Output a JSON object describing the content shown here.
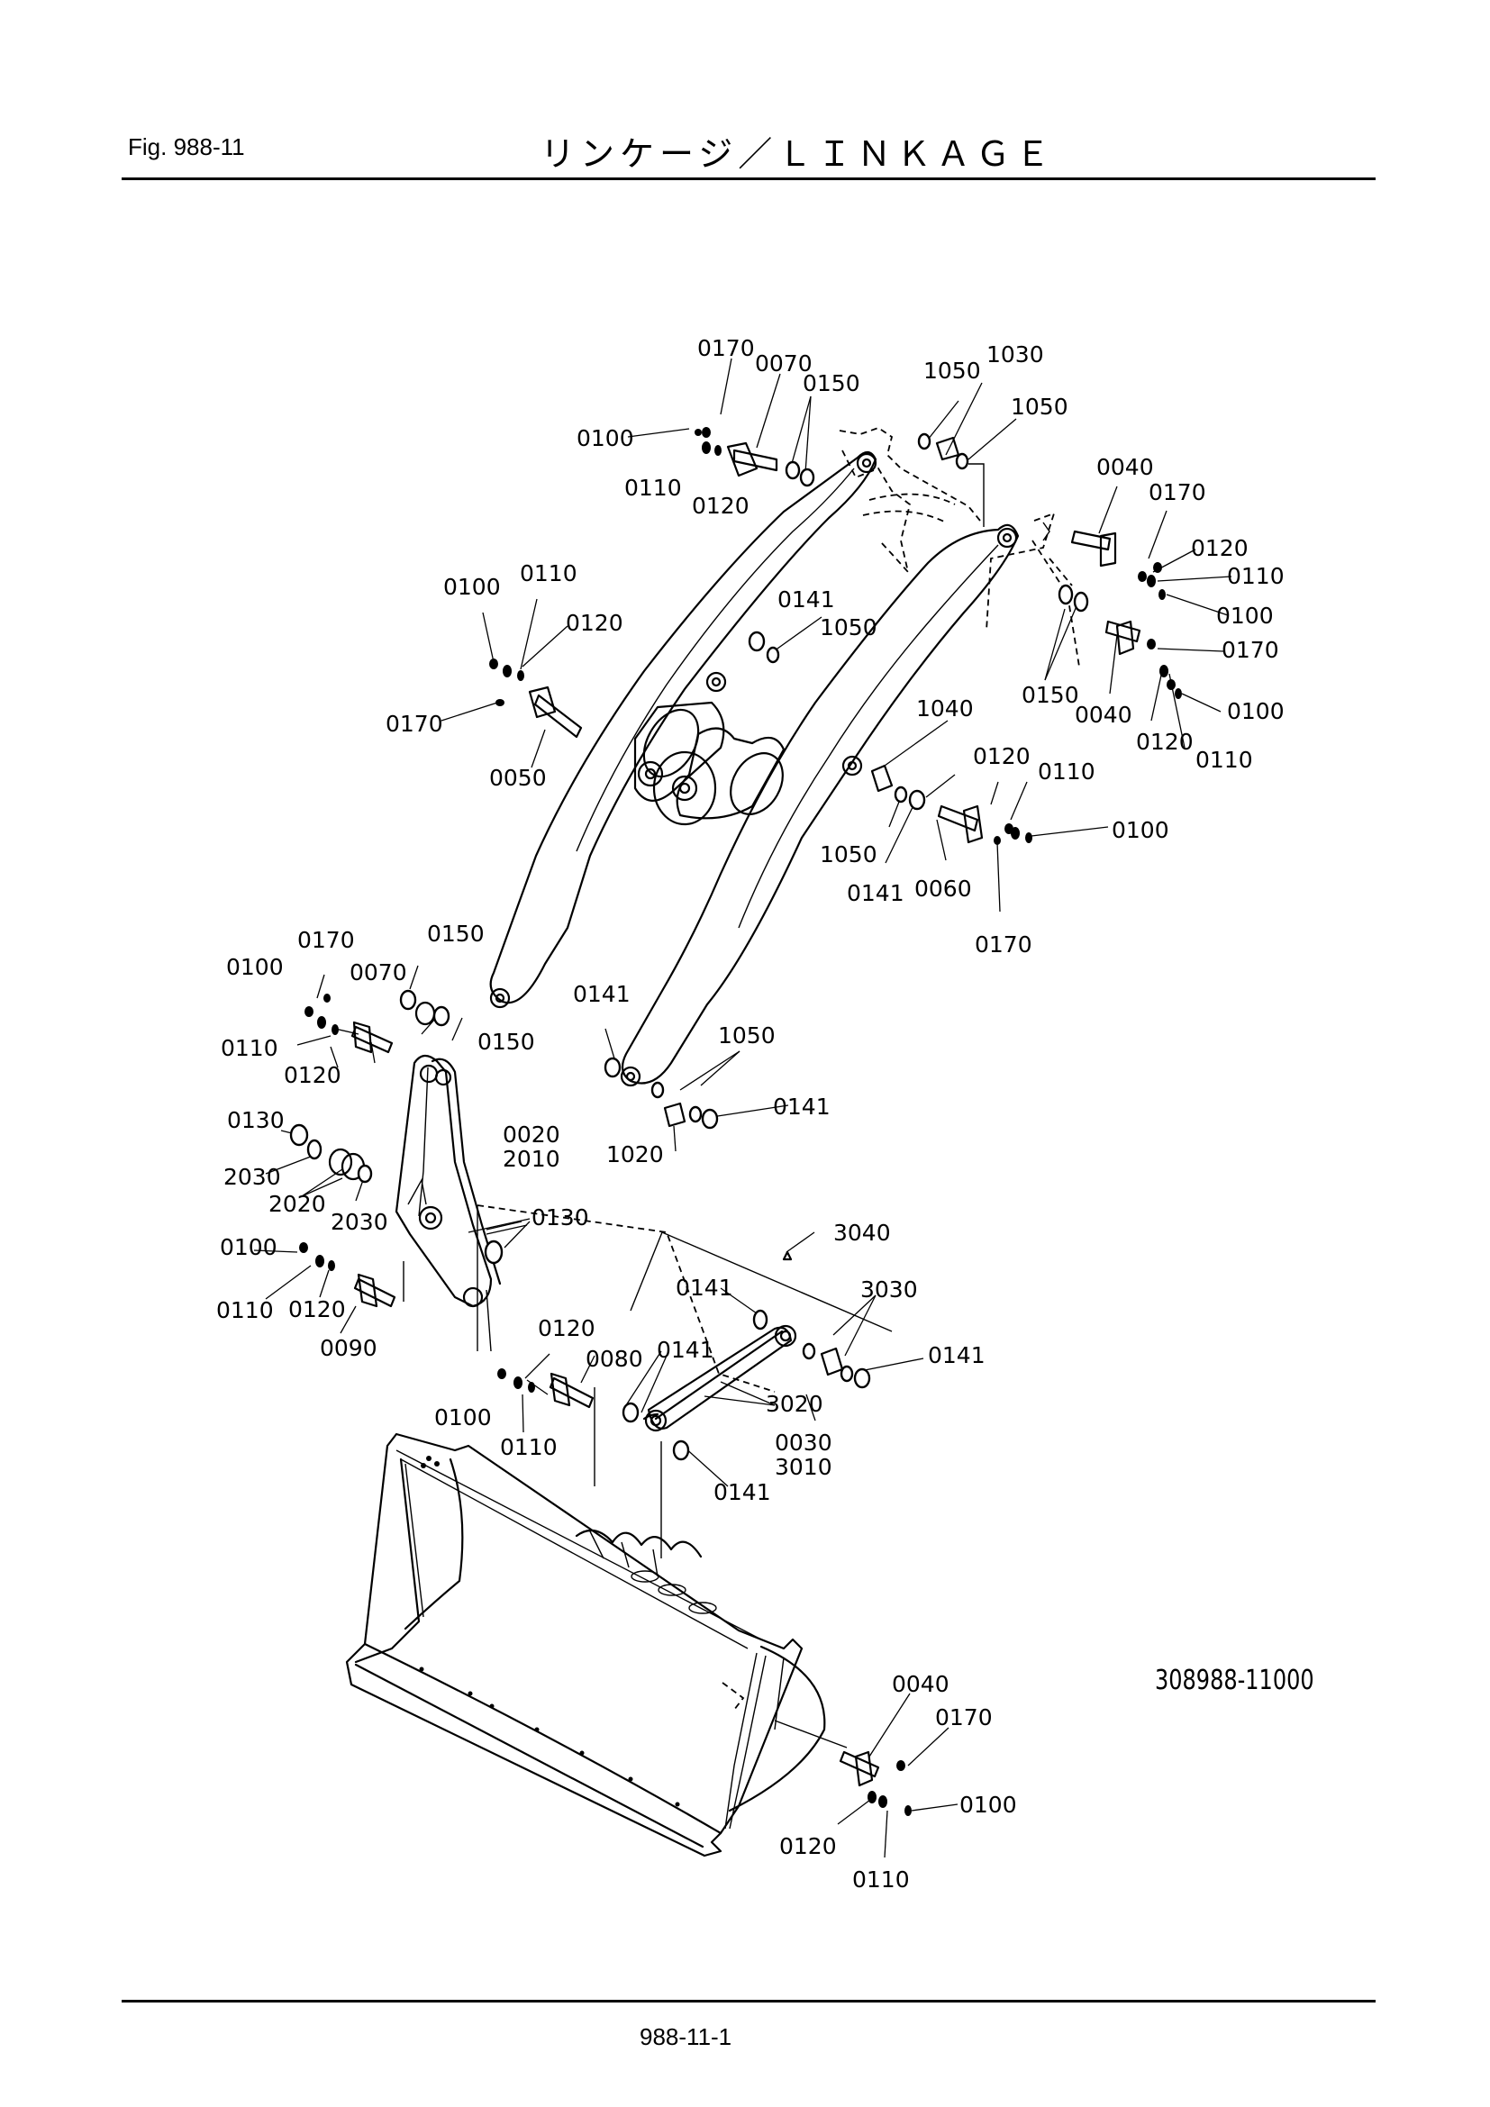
{
  "header": {
    "figure_label": "Fig.  988-11",
    "title": "リンケージ／ＬＩＮＫＡＧＥ"
  },
  "footer": {
    "drawing_number": "308988-11000",
    "page_number": "988-11-1"
  },
  "callouts": [
    {
      "id": "c1",
      "text": "0170"
    },
    {
      "id": "c2",
      "text": "0070"
    },
    {
      "id": "c3",
      "text": "0150"
    },
    {
      "id": "c4",
      "text": "0100"
    },
    {
      "id": "c5",
      "text": "0110"
    },
    {
      "id": "c6",
      "text": "0120"
    },
    {
      "id": "c7",
      "text": "1050"
    },
    {
      "id": "c8",
      "text": "1030"
    },
    {
      "id": "c9",
      "text": "1050"
    },
    {
      "id": "c10",
      "text": "0040"
    },
    {
      "id": "c11",
      "text": "0170"
    },
    {
      "id": "c12",
      "text": "0120"
    },
    {
      "id": "c13",
      "text": "0110"
    },
    {
      "id": "c14",
      "text": "0100"
    },
    {
      "id": "c15",
      "text": "0170"
    },
    {
      "id": "c16",
      "text": "0150"
    },
    {
      "id": "c17",
      "text": "0040"
    },
    {
      "id": "c18",
      "text": "0100"
    },
    {
      "id": "c19",
      "text": "0120"
    },
    {
      "id": "c20",
      "text": "0110"
    },
    {
      "id": "c21",
      "text": "0100"
    },
    {
      "id": "c22",
      "text": "0110"
    },
    {
      "id": "c23",
      "text": "0120"
    },
    {
      "id": "c24",
      "text": "0141"
    },
    {
      "id": "c25",
      "text": "1050"
    },
    {
      "id": "c26",
      "text": "0170"
    },
    {
      "id": "c27",
      "text": "0050"
    },
    {
      "id": "c28",
      "text": "1040"
    },
    {
      "id": "c29",
      "text": "0120"
    },
    {
      "id": "c30",
      "text": "0110"
    },
    {
      "id": "c31",
      "text": "0100"
    },
    {
      "id": "c32",
      "text": "1050"
    },
    {
      "id": "c33",
      "text": "0141"
    },
    {
      "id": "c34",
      "text": "0060"
    },
    {
      "id": "c35",
      "text": "0170"
    },
    {
      "id": "c36",
      "text": "0170"
    },
    {
      "id": "c37",
      "text": "0150"
    },
    {
      "id": "c38",
      "text": "0100"
    },
    {
      "id": "c39",
      "text": "0070"
    },
    {
      "id": "c40",
      "text": "0150"
    },
    {
      "id": "c41",
      "text": "0110"
    },
    {
      "id": "c42",
      "text": "0120"
    },
    {
      "id": "c43",
      "text": "0141"
    },
    {
      "id": "c44",
      "text": "1050"
    },
    {
      "id": "c45",
      "text": "0141"
    },
    {
      "id": "c46",
      "text": "1020"
    },
    {
      "id": "c47",
      "text": "0130"
    },
    {
      "id": "c48",
      "text": "0020"
    },
    {
      "id": "c49",
      "text": "2010"
    },
    {
      "id": "c50",
      "text": "2030"
    },
    {
      "id": "c51",
      "text": "2020"
    },
    {
      "id": "c52",
      "text": "2030"
    },
    {
      "id": "c53",
      "text": "0130"
    },
    {
      "id": "c54",
      "text": "0100"
    },
    {
      "id": "c55",
      "text": "0110"
    },
    {
      "id": "c56",
      "text": "0120"
    },
    {
      "id": "c57",
      "text": "0090"
    },
    {
      "id": "c58",
      "text": "3040"
    },
    {
      "id": "c59",
      "text": "0141"
    },
    {
      "id": "c60",
      "text": "3030"
    },
    {
      "id": "c61",
      "text": "0120"
    },
    {
      "id": "c62",
      "text": "0080"
    },
    {
      "id": "c63",
      "text": "0141"
    },
    {
      "id": "c64",
      "text": "0141"
    },
    {
      "id": "c65",
      "text": "0100"
    },
    {
      "id": "c66",
      "text": "0110"
    },
    {
      "id": "c67",
      "text": "3020"
    },
    {
      "id": "c68",
      "text": "0030"
    },
    {
      "id": "c69",
      "text": "3010"
    },
    {
      "id": "c70",
      "text": "0141"
    },
    {
      "id": "c71",
      "text": "0040"
    },
    {
      "id": "c72",
      "text": "0170"
    },
    {
      "id": "c73",
      "text": "0100"
    },
    {
      "id": "c74",
      "text": "0120"
    },
    {
      "id": "c75",
      "text": "0110"
    }
  ]
}
